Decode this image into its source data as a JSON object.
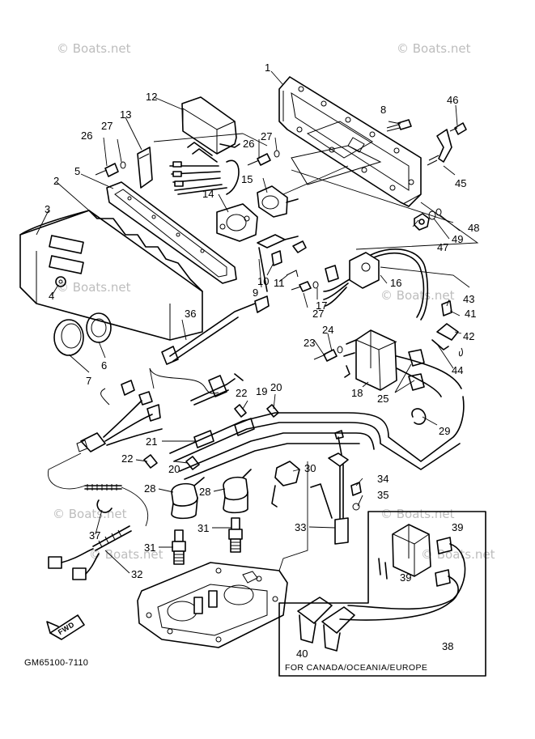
{
  "watermarks": [
    "© Boats.net",
    "© Boats.net",
    "© Boats.net",
    "© Boats.net",
    "© Boats.net",
    "© Boats.net",
    "© Boats.net",
    "© Boats.net"
  ],
  "part_labels": [
    "1",
    "2",
    "3",
    "4",
    "5",
    "6",
    "7",
    "8",
    "9",
    "10",
    "11",
    "12",
    "13",
    "14",
    "15",
    "16",
    "17",
    "18",
    "19",
    "20",
    "20",
    "21",
    "22",
    "22",
    "23",
    "24",
    "25",
    "26",
    "26",
    "27",
    "27",
    "27",
    "28",
    "28",
    "29",
    "30",
    "31",
    "31",
    "32",
    "33",
    "34",
    "35",
    "36",
    "37",
    "38",
    "39",
    "39",
    "40",
    "41",
    "42",
    "43",
    "44",
    "45",
    "46",
    "47",
    "48",
    "49"
  ],
  "inset_note": "FOR CANADA/OCEANIA/EUROPE",
  "diagram_code": "GM65100-7110",
  "fwd_marker": "FWD",
  "colors": {
    "line": "#000000",
    "watermark": "#bdbdbd",
    "background": "#ffffff"
  }
}
